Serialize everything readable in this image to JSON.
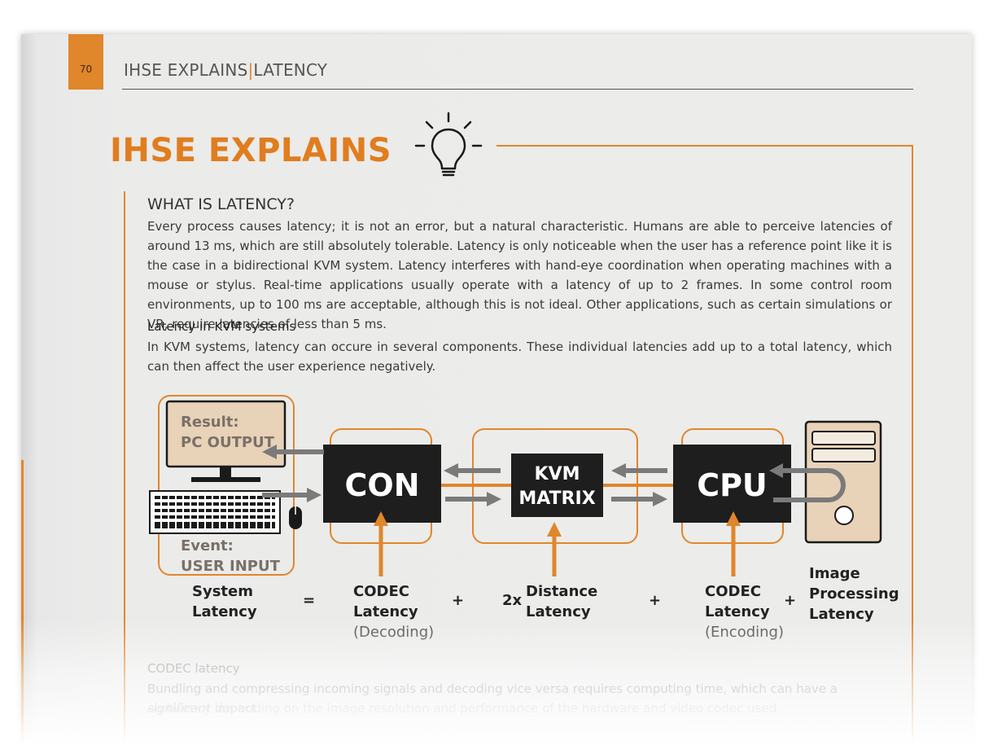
{
  "header": {
    "page_number": "70",
    "section": "IHSE EXPLAINS",
    "separator": "|",
    "topic": "LATENCY"
  },
  "title": "IHSE EXPLAINS",
  "intro": {
    "heading": "WHAT IS LATENCY?",
    "body": "Every process causes latency; it is not an error, but a natural characteristic. Humans are able to perceive latencies of around 13 ms, which are still absolutely tolerable. Latency is only noticeable when the user has a reference point like it is the case in a bidirectional KVM system. Latency interferes with hand-eye coordination when operating machines with a mouse or stylus. Real-time applications usually operate with a latency of up to 2 frames. In some control room environments, up to 100 ms are acceptable, although this is not ideal. Other applications, such as certain simulations or VR, require latencies of less than 5 ms."
  },
  "kvm_section": {
    "heading": "Latency in KVM systems",
    "body": "In KVM systems, latency can occure in several components. These individual latencies add up to a total latency, which can then affect the user experience negatively."
  },
  "diagram": {
    "result_label": "Result:",
    "result_value": "PC OUTPUT",
    "event_label": "Event:",
    "event_value": "USER INPUT",
    "con_label": "CON",
    "matrix_line1": "KVM",
    "matrix_line2": "MATRIX",
    "cpu_label": "CPU",
    "colors": {
      "accent": "#e0862b",
      "box": "#1e1e1e",
      "arrow": "#7a7a7a",
      "beige": "#e8d2b8"
    }
  },
  "equation": {
    "system_1": "System",
    "system_2": "Latency",
    "equals": "=",
    "codec_dec_1": "CODEC",
    "codec_dec_2": "Latency",
    "codec_dec_3": "(Decoding)",
    "plus_1": "+",
    "multiplier": "2x",
    "distance_1": "Distance",
    "distance_2": "Latency",
    "plus_2": "+",
    "codec_enc_1": "CODEC",
    "codec_enc_2": "Latency",
    "codec_enc_3": "(Encoding)",
    "plus_3": "+",
    "image_1": "Image",
    "image_2": "Processing",
    "image_3": "Latency"
  },
  "codec_section": {
    "heading": "CODEC latency",
    "line1_a": "Bundling and compressing incoming signals and decoding vice versa requires computing time, which can have a ",
    "line1_em": "significant",
    "line1_b": " impact",
    "line2": "on latency depending on the image resolution and performance of the hardware and video codec used."
  }
}
